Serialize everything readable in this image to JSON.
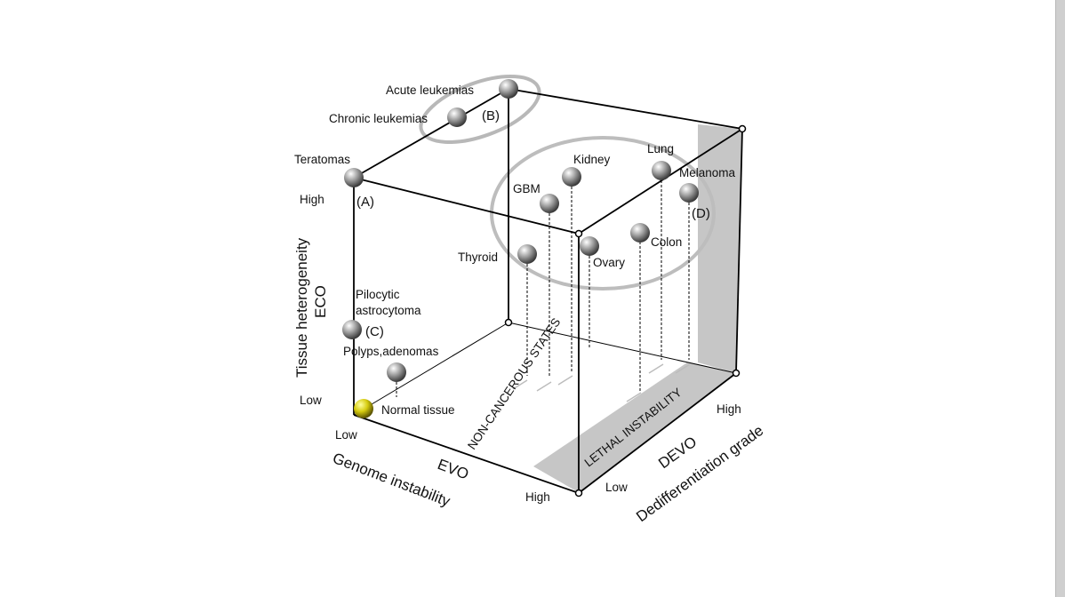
{
  "diagram": {
    "cube_labels": {
      "eco_axis_line1": "Tissue heterogeneity",
      "eco_axis_line2": "ECO",
      "eco_high": "High",
      "eco_low": "Low",
      "evo_axis_line1": "EVO",
      "evo_axis_line2": "Genome instability",
      "evo_low": "Low",
      "evo_high": "High",
      "devo_axis_line1": "DEVO",
      "devo_axis_line2": "Dedifferentiation grade",
      "devo_low": "Low",
      "devo_high": "High",
      "non_cancerous": "NON-CANCEROUS STATES",
      "lethal_instability": "LETHAL INSTABILITY"
    },
    "groups": {
      "A": "(A)",
      "B": "(B)",
      "C": "(C)",
      "D": "(D)"
    },
    "points": {
      "acute_leukemias": "Acute leukemias",
      "chronic_leukemias": "Chronic leukemias",
      "teratomas": "Teratomas",
      "kidney": "Kidney",
      "gbm": "GBM",
      "lung": "Lung",
      "melanoma": "Melanoma",
      "colon": "Colon",
      "ovary": "Ovary",
      "thyroid": "Thyroid",
      "pilocytic_line1": "Pilocytic",
      "pilocytic_line2": "astrocytoma",
      "polyps": "Polyps,adenomas",
      "normal_tissue": "Normal tissue"
    },
    "colors": {
      "sphere_gray": "#9a9a9a",
      "sphere_normal": "#c8c000",
      "shade": "#c8c8c8"
    }
  }
}
